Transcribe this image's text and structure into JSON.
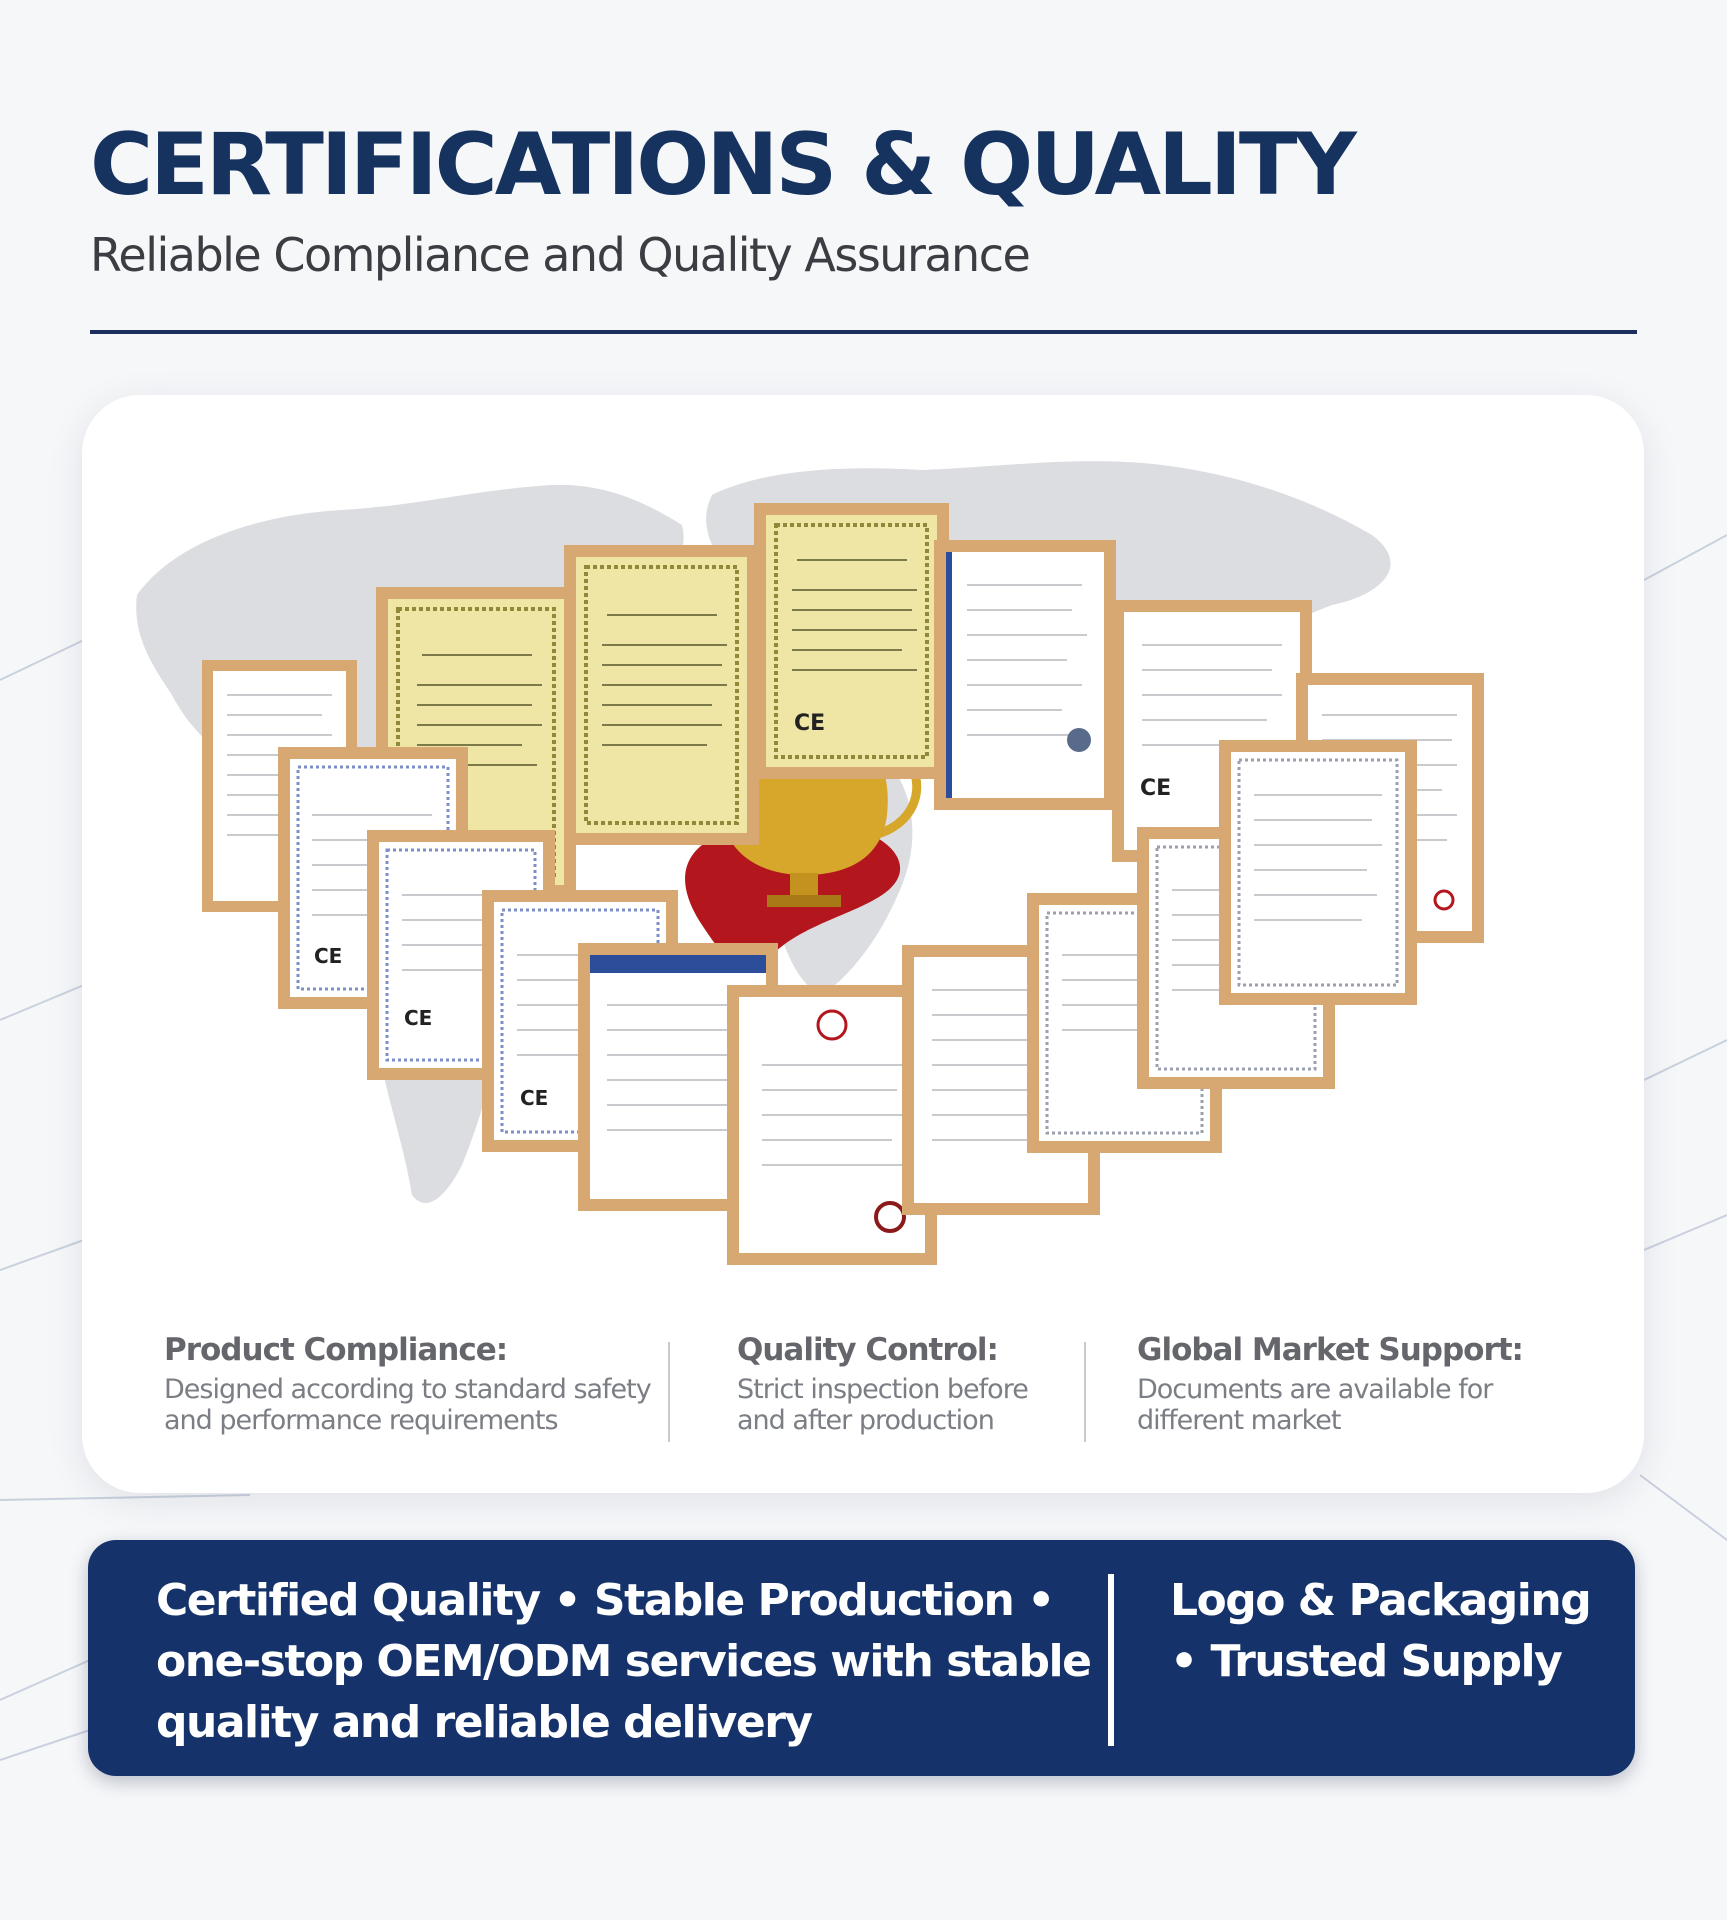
{
  "header": {
    "title": "CERTIFICATIONS & QUALITY",
    "subtitle": "Reliable Compliance and Quality Assurance"
  },
  "showcase": {
    "icons": [
      "world-map",
      "certificate-frames",
      "gold-trophy",
      "red-ribbon",
      "ce-mark"
    ]
  },
  "features": [
    {
      "title": "Product Compliance:",
      "lines": [
        "Designed according to standard safety",
        "and performance requirements"
      ]
    },
    {
      "title": "Quality Control:",
      "lines": [
        "Strict inspection before",
        "and after production"
      ]
    },
    {
      "title": "Global Market Support:",
      "lines": [
        "Documents are available for",
        "different market"
      ]
    }
  ],
  "banner": {
    "left_lines": [
      "Certified Quality • Stable Production •",
      "one-stop OEM/ODM services with stable",
      "quality and reliable delivery"
    ],
    "right_lines": [
      "Logo & Packaging",
      "• Trusted Supply"
    ]
  },
  "colors": {
    "navy": "#16325f",
    "banner_bg": "#15336a",
    "frame_gold": "#d8a873",
    "certificate_yellow": "#efe6a6",
    "ribbon_red": "#b3171d"
  }
}
